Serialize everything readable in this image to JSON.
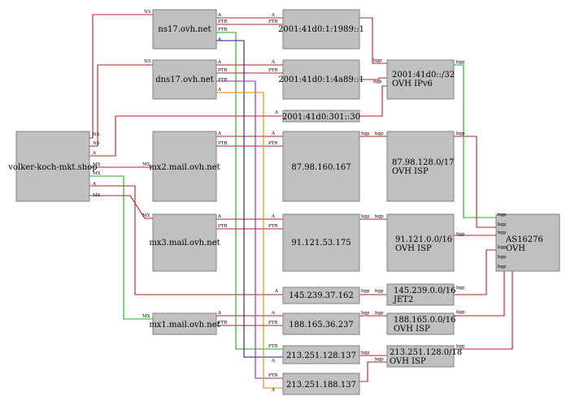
{
  "nodes": {
    "domain": "volker-koch-mkt.shop",
    "ns17": "ns17.ovh.net",
    "dns17": "dns17.ovh.net",
    "mx2": "mx2.mail.ovh.net",
    "mx3": "mx3.mail.ovh.net",
    "mx1": "mx1.mail.ovh.net",
    "ip6_1": "2001:41d0:1:1989::1",
    "ip6_2": "2001:41d0:1:4a89::1",
    "ip6_3": "2001:41d0:301::30",
    "ip4_1": "87.98.160.167",
    "ip4_2": "91.121.53.175",
    "ip4_3": "145.239.37.162",
    "ip4_4": "188.165.36.237",
    "ip4_5": "213.251.128.137",
    "ip4_6": "213.251.188.137",
    "pfx_v6": [
      "2001:41d0::/32",
      "OVH IPv6"
    ],
    "pfx_87": [
      "87.98.128.0/17",
      "OVH ISP"
    ],
    "pfx_91": [
      "91.121.0.0/16",
      "OVH ISP"
    ],
    "pfx_145": [
      "145.239.0.0/16",
      "JET2"
    ],
    "pfx_188": [
      "188.165.0.0/16",
      "OVH ISP"
    ],
    "pfx_213": [
      "213.251.128.0/18",
      "OVH ISP"
    ],
    "as": [
      "AS16276",
      "OVH"
    ]
  },
  "edge_labels": {
    "ns": "NS",
    "mx": "MX",
    "a": "A",
    "ptr": "PTR",
    "bgp": "bgp"
  },
  "colors": {
    "node_fill": "#c0c0c0",
    "red": "#b22222",
    "green": "#22aa22",
    "blue": "#1a1a9a",
    "purple": "#9a22aa",
    "orange": "#e08a00"
  }
}
